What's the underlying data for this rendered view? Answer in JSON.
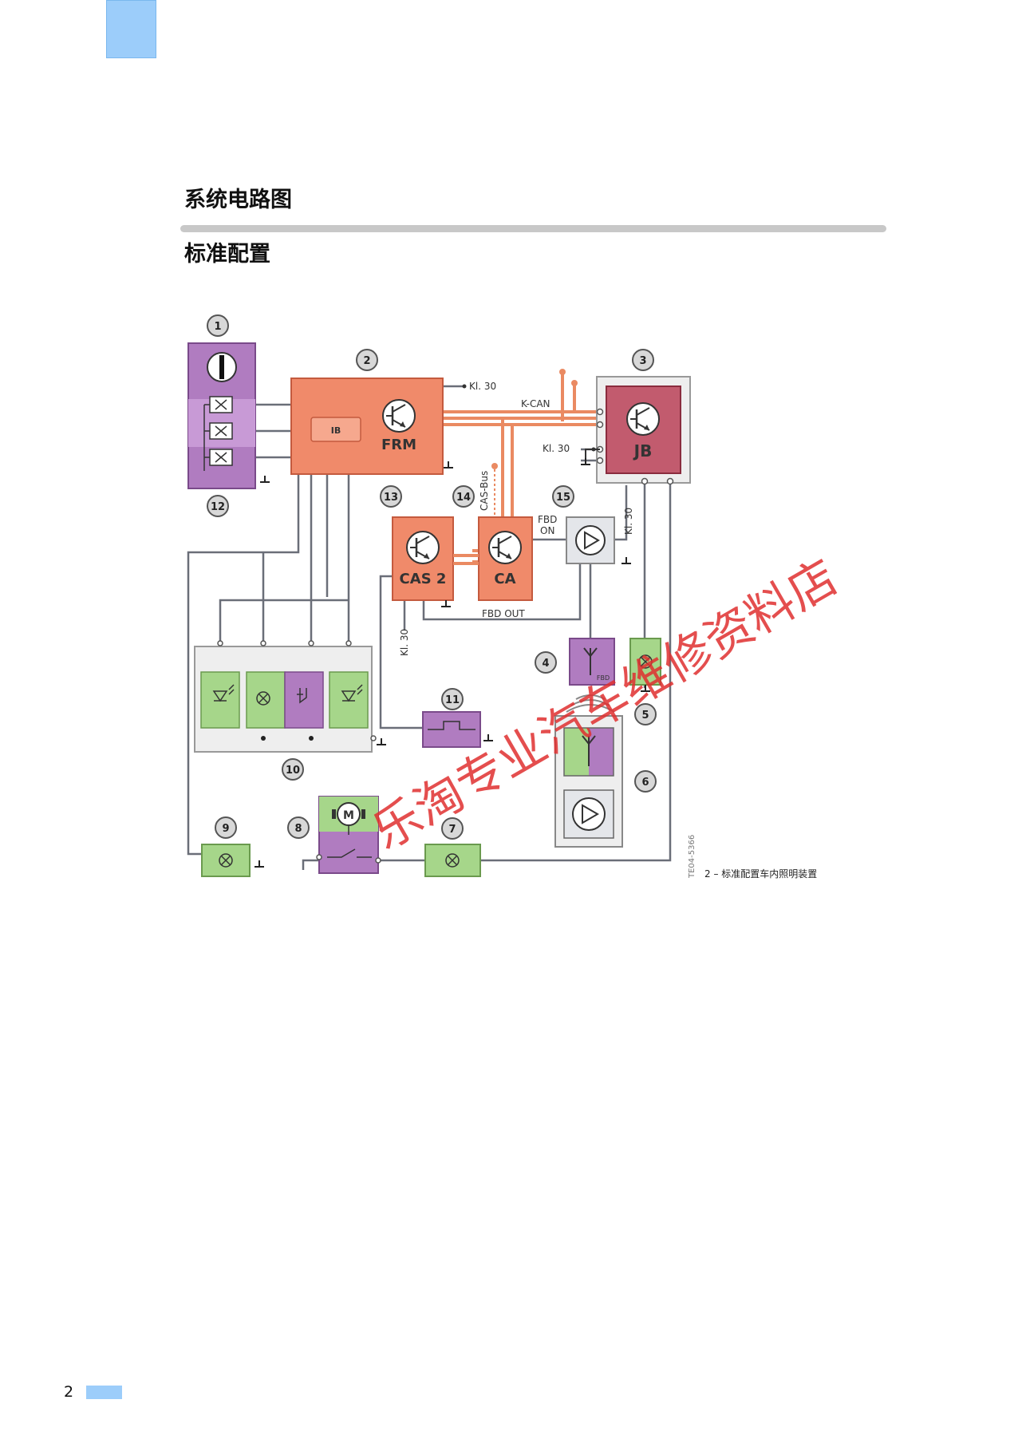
{
  "header": {
    "title": "系统电路图",
    "subtitle": "标准配置"
  },
  "diagram": {
    "callouts": [
      "1",
      "2",
      "3",
      "4",
      "5",
      "6",
      "7",
      "8",
      "9",
      "10",
      "11",
      "12",
      "13",
      "14",
      "15"
    ],
    "modules": {
      "frm": "FRM",
      "ib": "IB",
      "jb": "JB",
      "cas2": "CAS 2",
      "ca": "CA",
      "motor": "M",
      "fbd_antenna": "FBD"
    },
    "signals": {
      "kl30": "Kl. 30",
      "kcan": "K-CAN",
      "cas_bus": "CAS-Bus",
      "fbd_on_1": "FBD",
      "fbd_on_2": "ON",
      "fbd_out": "FBD OUT"
    },
    "image_code": "TE04-5366"
  },
  "caption": "2 – 标准配置车内照明装置",
  "watermark": "乐淘专业汽车维修资料店",
  "page_number": "2",
  "colors": {
    "accent": "#9ccdfa",
    "module_orange": "#f08a6a",
    "module_purple": "#b07cc0",
    "module_green": "#a6d68a",
    "bus_orange": "#ea8a62",
    "wire": "#6a6e78"
  }
}
